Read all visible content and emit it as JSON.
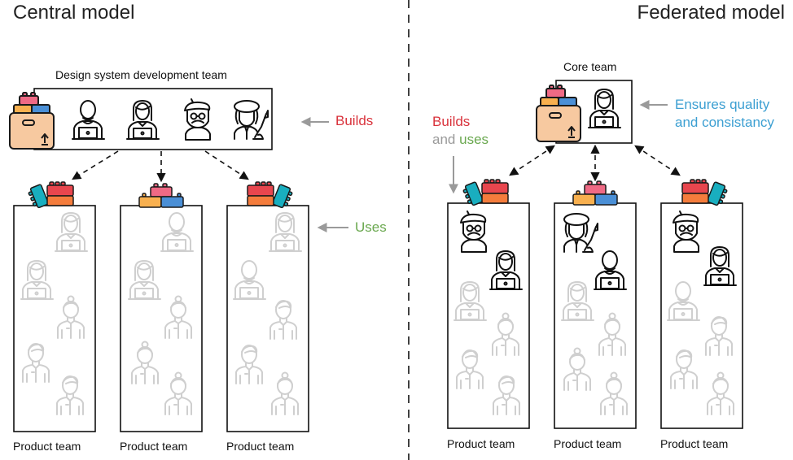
{
  "left": {
    "title": "Central model",
    "core_label": "Design system development team",
    "builds_label": "Builds",
    "uses_label": "Uses",
    "teams": [
      "Product team",
      "Product team",
      "Product team"
    ]
  },
  "right": {
    "title": "Federated model",
    "core_label": "Core team",
    "builds_label": "Builds",
    "and_label": "and",
    "uses_label": "uses",
    "ensures_label_line1": "Ensures quality",
    "ensures_label_line2": "and consistancy",
    "teams": [
      "Product team",
      "Product team",
      "Product team"
    ]
  },
  "colors": {
    "builds": "#d9323b",
    "uses": "#6aa84f",
    "ensures": "#3c9fd2",
    "arrow_gray": "#9a9a9a",
    "line": "#1a1a1a",
    "faded_person": "#cfcfcf",
    "brick_red": "#e8464e",
    "brick_orange": "#f47c3c",
    "brick_pink": "#ef6a85",
    "brick_yellow": "#f8b04f",
    "brick_blue": "#4a8fd6",
    "brick_teal": "#19aebf",
    "box": "#f7c9a0"
  }
}
